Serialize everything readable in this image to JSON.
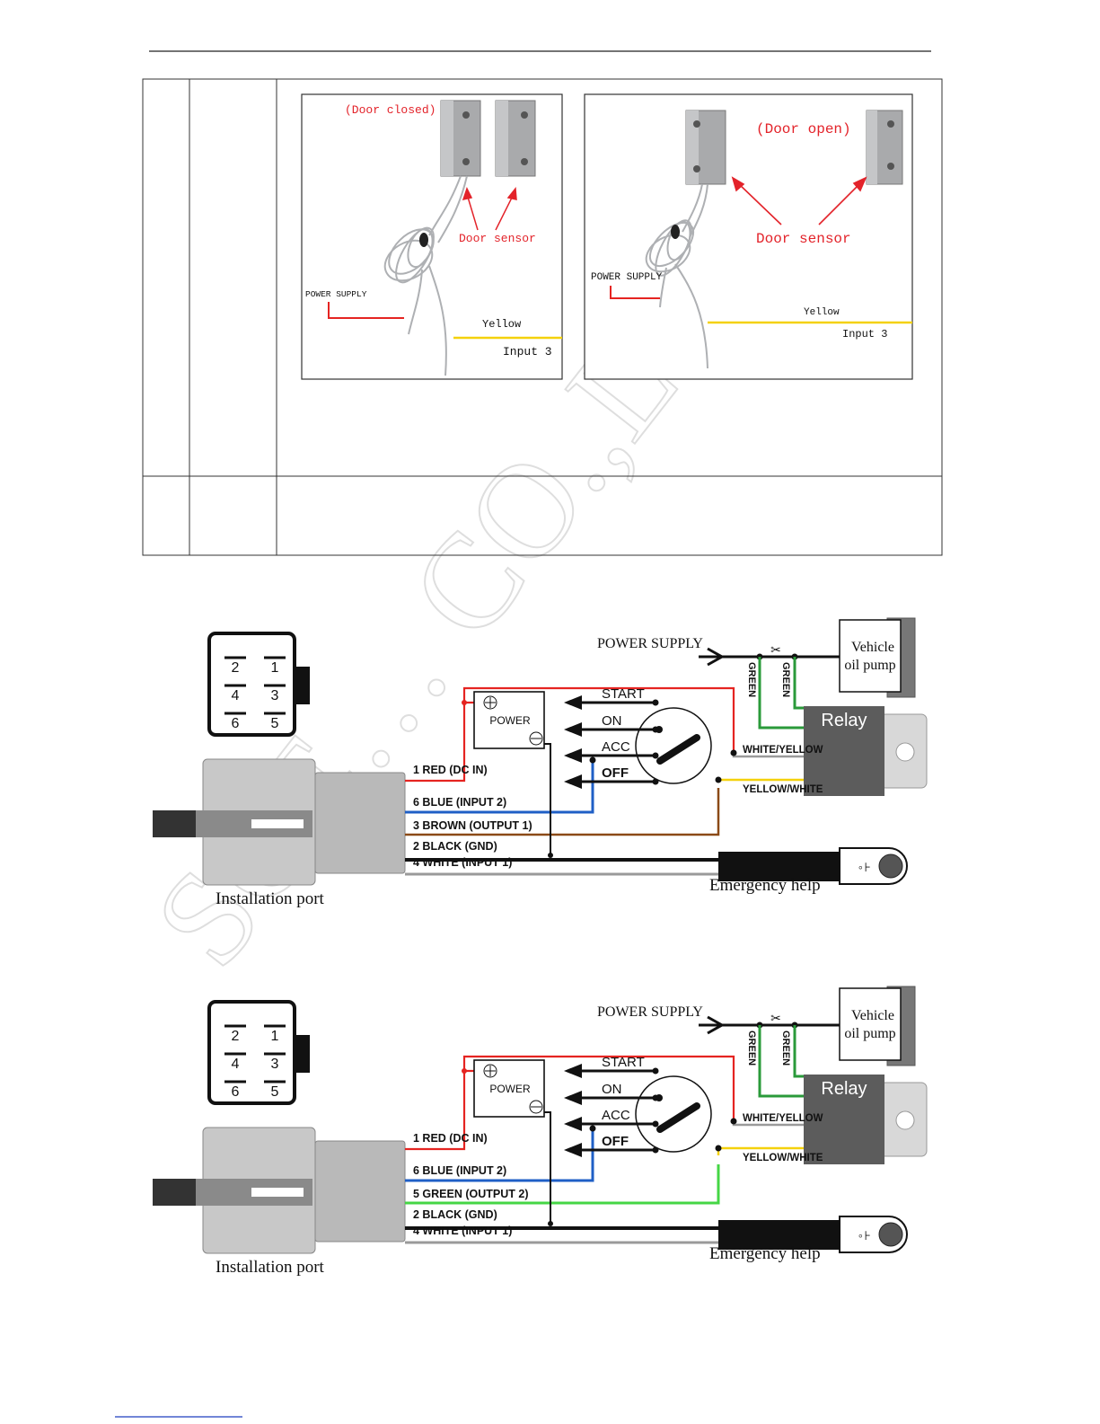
{
  "colors": {
    "wire_red": "#e52421",
    "wire_blue": "#1f5fc6",
    "wire_brown": "#8b4a17",
    "wire_green": "#2a9a3a",
    "wire_lightgreen": "#45d645",
    "wire_yellow": "#f4d10c",
    "wire_gray": "#9a9a9a",
    "annotation_red": "#e3232a",
    "relay_body": "#5c5c5c",
    "connector_body": "#c8c8c8",
    "watermark": "#d6d6d6"
  },
  "watermark": {
    "text": "SCE… CO.,LTD"
  },
  "door_sensor_panel": {
    "closed_photo": {
      "state_label": "(Door closed)",
      "sensor_label": "Door sensor",
      "power_label": "POWER SUPPLY",
      "wire_color_label": "Yellow",
      "input_label": "Input 3"
    },
    "open_photo": {
      "state_label": "(Door open)",
      "sensor_label": "Door sensor",
      "power_label": "POWER SUPPLY",
      "wire_color_label": "Yellow",
      "input_label": "Input 3"
    }
  },
  "diagram_top": {
    "connector_pins": [
      "2",
      "1",
      "4",
      "3",
      "6",
      "5"
    ],
    "port_label": "Installation port",
    "wires": [
      {
        "label": "1 RED (DC IN)",
        "color": "red"
      },
      {
        "label": "6 BLUE (INPUT 2)",
        "color": "blue"
      },
      {
        "label": "3 BROWN (OUTPUT 1)",
        "color": "brown"
      },
      {
        "label": "2 BLACK (GND)",
        "color": "black"
      },
      {
        "label": "4 WHITE (INPUT 1)",
        "color": "gray"
      }
    ],
    "power_box_label": "POWER",
    "power_supply_label": "POWER SUPPLY",
    "ignition_positions": [
      "START",
      "ON",
      "ACC",
      "OFF"
    ],
    "green_labels": [
      "GREEN",
      "GREEN"
    ],
    "pump_label_lines": [
      "Vehicle",
      "oil pump"
    ],
    "relay_label": "Relay",
    "relay_wire_labels": [
      "WHITE/YELLOW",
      "YELLOW/WHITE"
    ],
    "emergency_label": "Emergency help"
  },
  "diagram_bottom": {
    "connector_pins": [
      "2",
      "1",
      "4",
      "3",
      "6",
      "5"
    ],
    "port_label": "Installation port",
    "wires": [
      {
        "label": "1 RED (DC IN)",
        "color": "red"
      },
      {
        "label": "6 BLUE (INPUT 2)",
        "color": "blue"
      },
      {
        "label": "5 GREEN (OUTPUT 2)",
        "color": "lightgreen"
      },
      {
        "label": "2 BLACK (GND)",
        "color": "black"
      },
      {
        "label": "4 WHITE (INPUT 1)",
        "color": "gray"
      }
    ],
    "power_box_label": "POWER",
    "power_supply_label": "POWER SUPPLY",
    "ignition_positions": [
      "START",
      "ON",
      "ACC",
      "OFF"
    ],
    "green_labels": [
      "GREEN",
      "GREEN"
    ],
    "pump_label_lines": [
      "Vehicle",
      "oil pump"
    ],
    "relay_label": "Relay",
    "relay_wire_labels": [
      "WHITE/YELLOW",
      "YELLOW/WHITE"
    ],
    "emergency_label": "Emergency help"
  }
}
